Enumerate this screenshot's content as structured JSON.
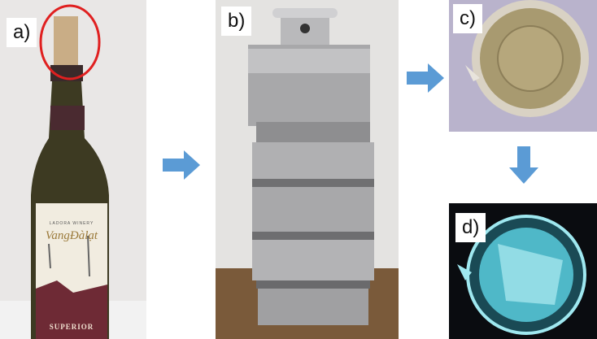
{
  "panels": {
    "a": {
      "label": "a)",
      "bottle_label": {
        "winery": "LADORA WINERY",
        "brand": "VangĐàlạt",
        "grade": "SUPERIOR"
      }
    },
    "b": {
      "label": "b)"
    },
    "c": {
      "label": "c)"
    },
    "d": {
      "label": "d)"
    }
  },
  "colors": {
    "arrow": "#5b9bd5",
    "highlight_circle": "#e02020"
  }
}
